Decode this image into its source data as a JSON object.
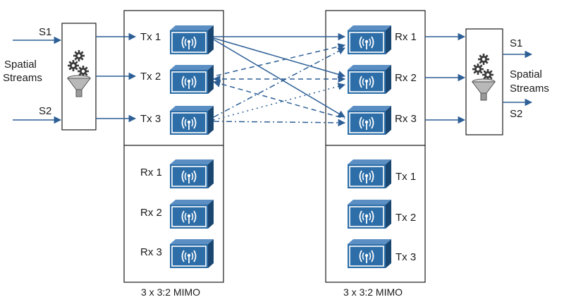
{
  "input_side": {
    "s1": "S1",
    "s2": "S2",
    "streams_line1": "Spatial",
    "streams_line2": "Streams"
  },
  "output_side": {
    "s1": "S1",
    "s2": "S2",
    "streams_line1": "Spatial",
    "streams_line2": "Streams"
  },
  "left_device": {
    "caption": "3 x 3:2 MIMO",
    "tx": [
      "Tx 1",
      "Tx 2",
      "Tx 3"
    ],
    "rx": [
      "Rx 1",
      "Rx 2",
      "Rx 3"
    ]
  },
  "right_device": {
    "caption": "3 x 3:2 MIMO",
    "rx": [
      "Rx 1",
      "Rx 2",
      "Rx 3"
    ],
    "tx": [
      "Tx 1",
      "Tx 2",
      "Tx 3"
    ]
  },
  "colors": {
    "line": "#2d5f96",
    "radio_front": "#2d6ea8",
    "radio_side": "#1a4672",
    "radio_top": "#5b8fc4",
    "box_border": "#1a1a1a"
  },
  "icons": {
    "radio": "wireless-radio-icon",
    "combiner": "gear-funnel-icon"
  }
}
